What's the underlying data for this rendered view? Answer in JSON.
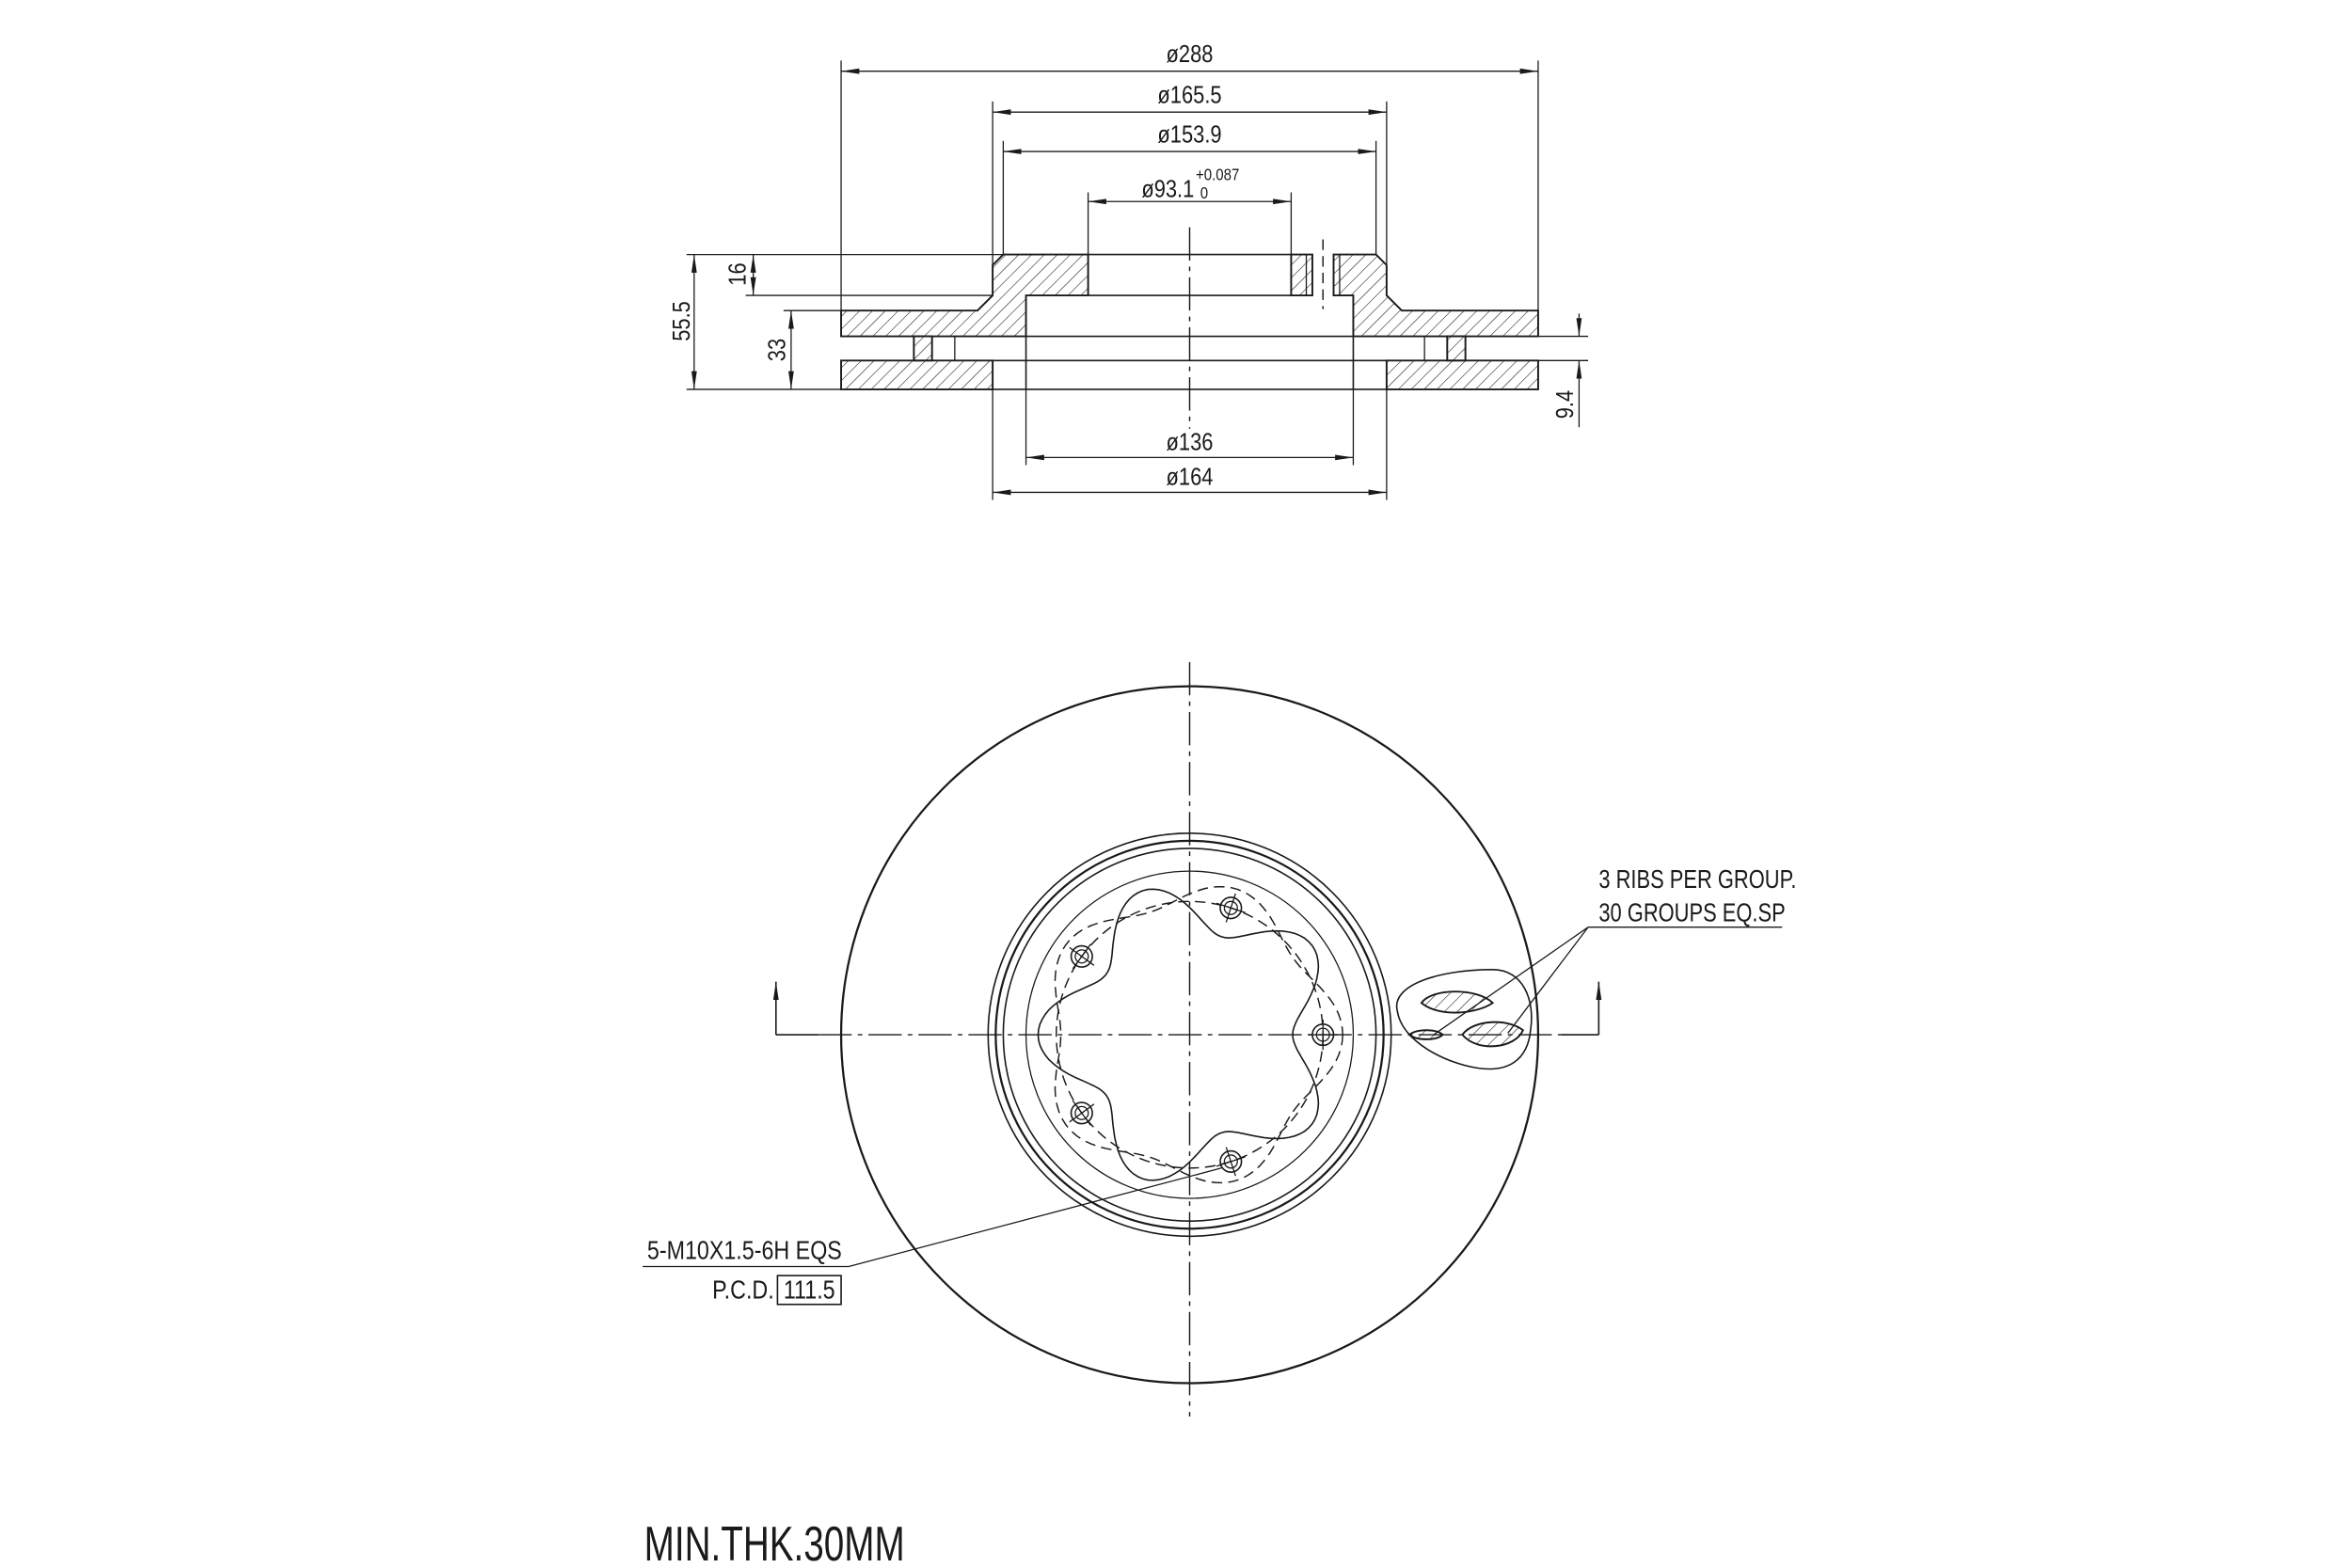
{
  "colors": {
    "line": "#1a1a1a",
    "paper": "#ffffff"
  },
  "section_view": {
    "outer_diameter": "ø288",
    "hat_outer_diameter": "ø165.5",
    "hat_face_diameter": "ø153.9",
    "center_bore": {
      "nominal": "ø93.1",
      "upper_tolerance": "+0.087",
      "lower_tolerance": "0"
    },
    "hat_inner_diameter": "ø136",
    "inner_ring_diameter": "ø164",
    "overall_height": "55.5",
    "hat_thickness": "16",
    "disc_thickness": "33",
    "vent_dimension": "9.4"
  },
  "front_view": {
    "rib_note": {
      "line1": "3 RIBS PER GROUP.",
      "line2": "30 GROUPS EQ.SP"
    },
    "bolt_note": {
      "thread": "5-M10X1.5-6H EQS",
      "pcd_label": "P.C.D.",
      "pcd_value": "111.5"
    }
  },
  "notes": {
    "min_thickness": "MIN.THK.30MM"
  }
}
